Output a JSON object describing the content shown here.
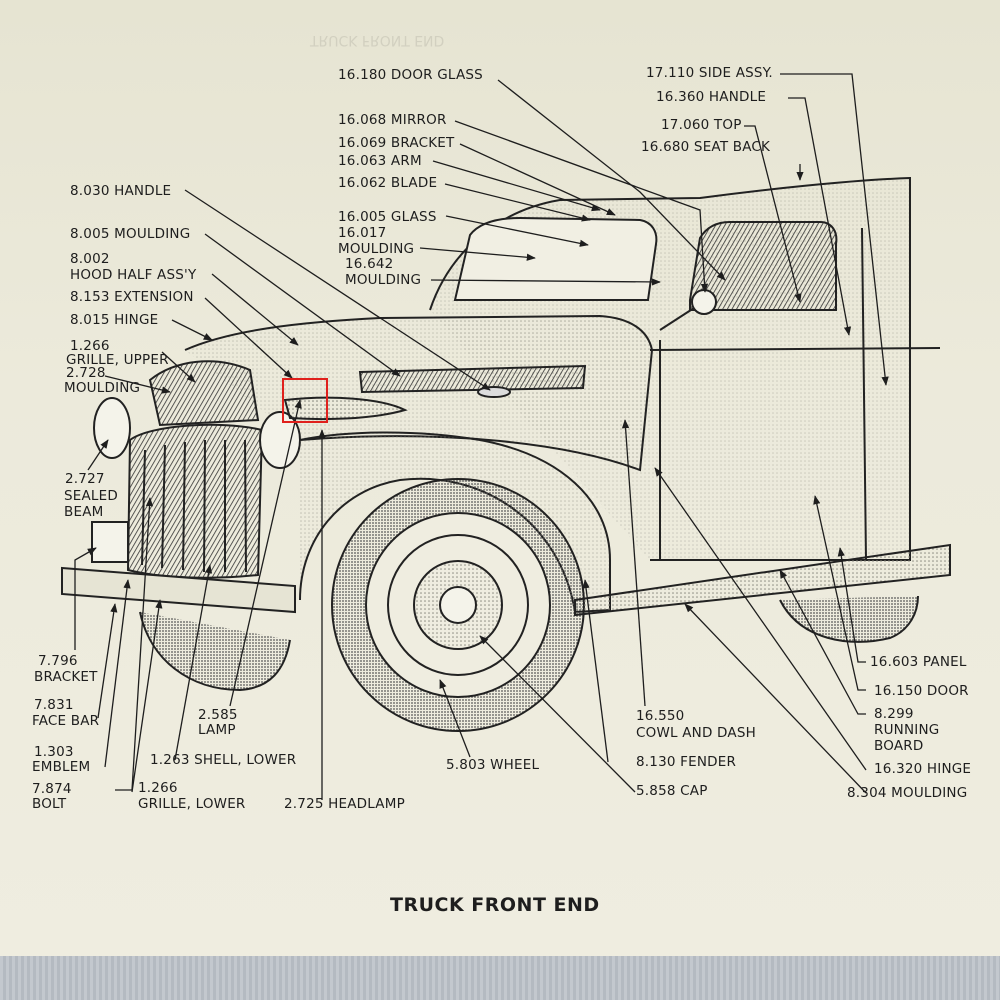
{
  "title": "TRUCK FRONT END",
  "highlight_color": "#e0201c",
  "labels": [
    {
      "id": "door-glass",
      "text": "16.180  DOOR GLASS"
    },
    {
      "id": "mirror",
      "text": "16.068  MIRROR"
    },
    {
      "id": "bracket-16069",
      "text": "16.069  BRACKET"
    },
    {
      "id": "arm",
      "text": "16.063  ARM"
    },
    {
      "id": "blade",
      "text": "16.062  BLADE"
    },
    {
      "id": "glass",
      "text": "16.005  GLASS"
    },
    {
      "id": "moulding-16017",
      "text": "16.017"
    },
    {
      "id": "moulding-16017b",
      "text": "MOULDING"
    },
    {
      "id": "moulding-16642",
      "text": "16.642"
    },
    {
      "id": "moulding-16642b",
      "text": "MOULDING"
    },
    {
      "id": "side-assy",
      "text": "17.110  SIDE ASSY."
    },
    {
      "id": "handle-16360",
      "text": "16.360  HANDLE"
    },
    {
      "id": "top",
      "text": "17.060  TOP"
    },
    {
      "id": "seat-back",
      "text": "16.680  SEAT BACK"
    },
    {
      "id": "handle-8030",
      "text": "8.030    HANDLE"
    },
    {
      "id": "moulding-8005",
      "text": "8.005   MOULDING"
    },
    {
      "id": "hood-a",
      "text": "8.002"
    },
    {
      "id": "hood-b",
      "text": "HOOD HALF ASS'Y"
    },
    {
      "id": "extension",
      "text": "8.153   EXTENSION"
    },
    {
      "id": "hinge-8015",
      "text": "8.015   HINGE"
    },
    {
      "id": "grille-upper-a",
      "text": "1.266"
    },
    {
      "id": "grille-upper-b",
      "text": "GRILLE, UPPER"
    },
    {
      "id": "moulding-2728a",
      "text": "2.728"
    },
    {
      "id": "moulding-2728b",
      "text": "MOULDING"
    },
    {
      "id": "sealed-a",
      "text": "2.727"
    },
    {
      "id": "sealed-b",
      "text": "SEALED"
    },
    {
      "id": "sealed-c",
      "text": "BEAM"
    },
    {
      "id": "bracket-7796a",
      "text": "7.796"
    },
    {
      "id": "bracket-7796b",
      "text": "BRACKET"
    },
    {
      "id": "face-bar-a",
      "text": "7.831"
    },
    {
      "id": "face-bar-b",
      "text": "FACE BAR"
    },
    {
      "id": "emblem-a",
      "text": "1.303"
    },
    {
      "id": "emblem-b",
      "text": "EMBLEM"
    },
    {
      "id": "bolt-a",
      "text": "7.874"
    },
    {
      "id": "bolt-b",
      "text": "BOLT"
    },
    {
      "id": "lamp-a",
      "text": "2.585"
    },
    {
      "id": "lamp-b",
      "text": "LAMP"
    },
    {
      "id": "shell",
      "text": "1.263  SHELL, LOWER"
    },
    {
      "id": "grille-lower-a",
      "text": "1.266"
    },
    {
      "id": "grille-lower-b",
      "text": "GRILLE, LOWER"
    },
    {
      "id": "headlamp",
      "text": "2.725    HEADLAMP"
    },
    {
      "id": "wheel",
      "text": "5.803  WHEEL"
    },
    {
      "id": "cowl-a",
      "text": "16.550"
    },
    {
      "id": "cowl-b",
      "text": "COWL AND DASH"
    },
    {
      "id": "fender",
      "text": "8.130    FENDER"
    },
    {
      "id": "cap",
      "text": "5.858    CAP"
    },
    {
      "id": "panel",
      "text": "16.603  PANEL"
    },
    {
      "id": "door",
      "text": "16.150  DOOR"
    },
    {
      "id": "running-a",
      "text": "8.299"
    },
    {
      "id": "running-b",
      "text": "RUNNING"
    },
    {
      "id": "running-c",
      "text": "BOARD"
    },
    {
      "id": "hinge-16320",
      "text": "16.320  HINGE"
    },
    {
      "id": "moulding-8304",
      "text": "8.304  MOULDING"
    }
  ]
}
